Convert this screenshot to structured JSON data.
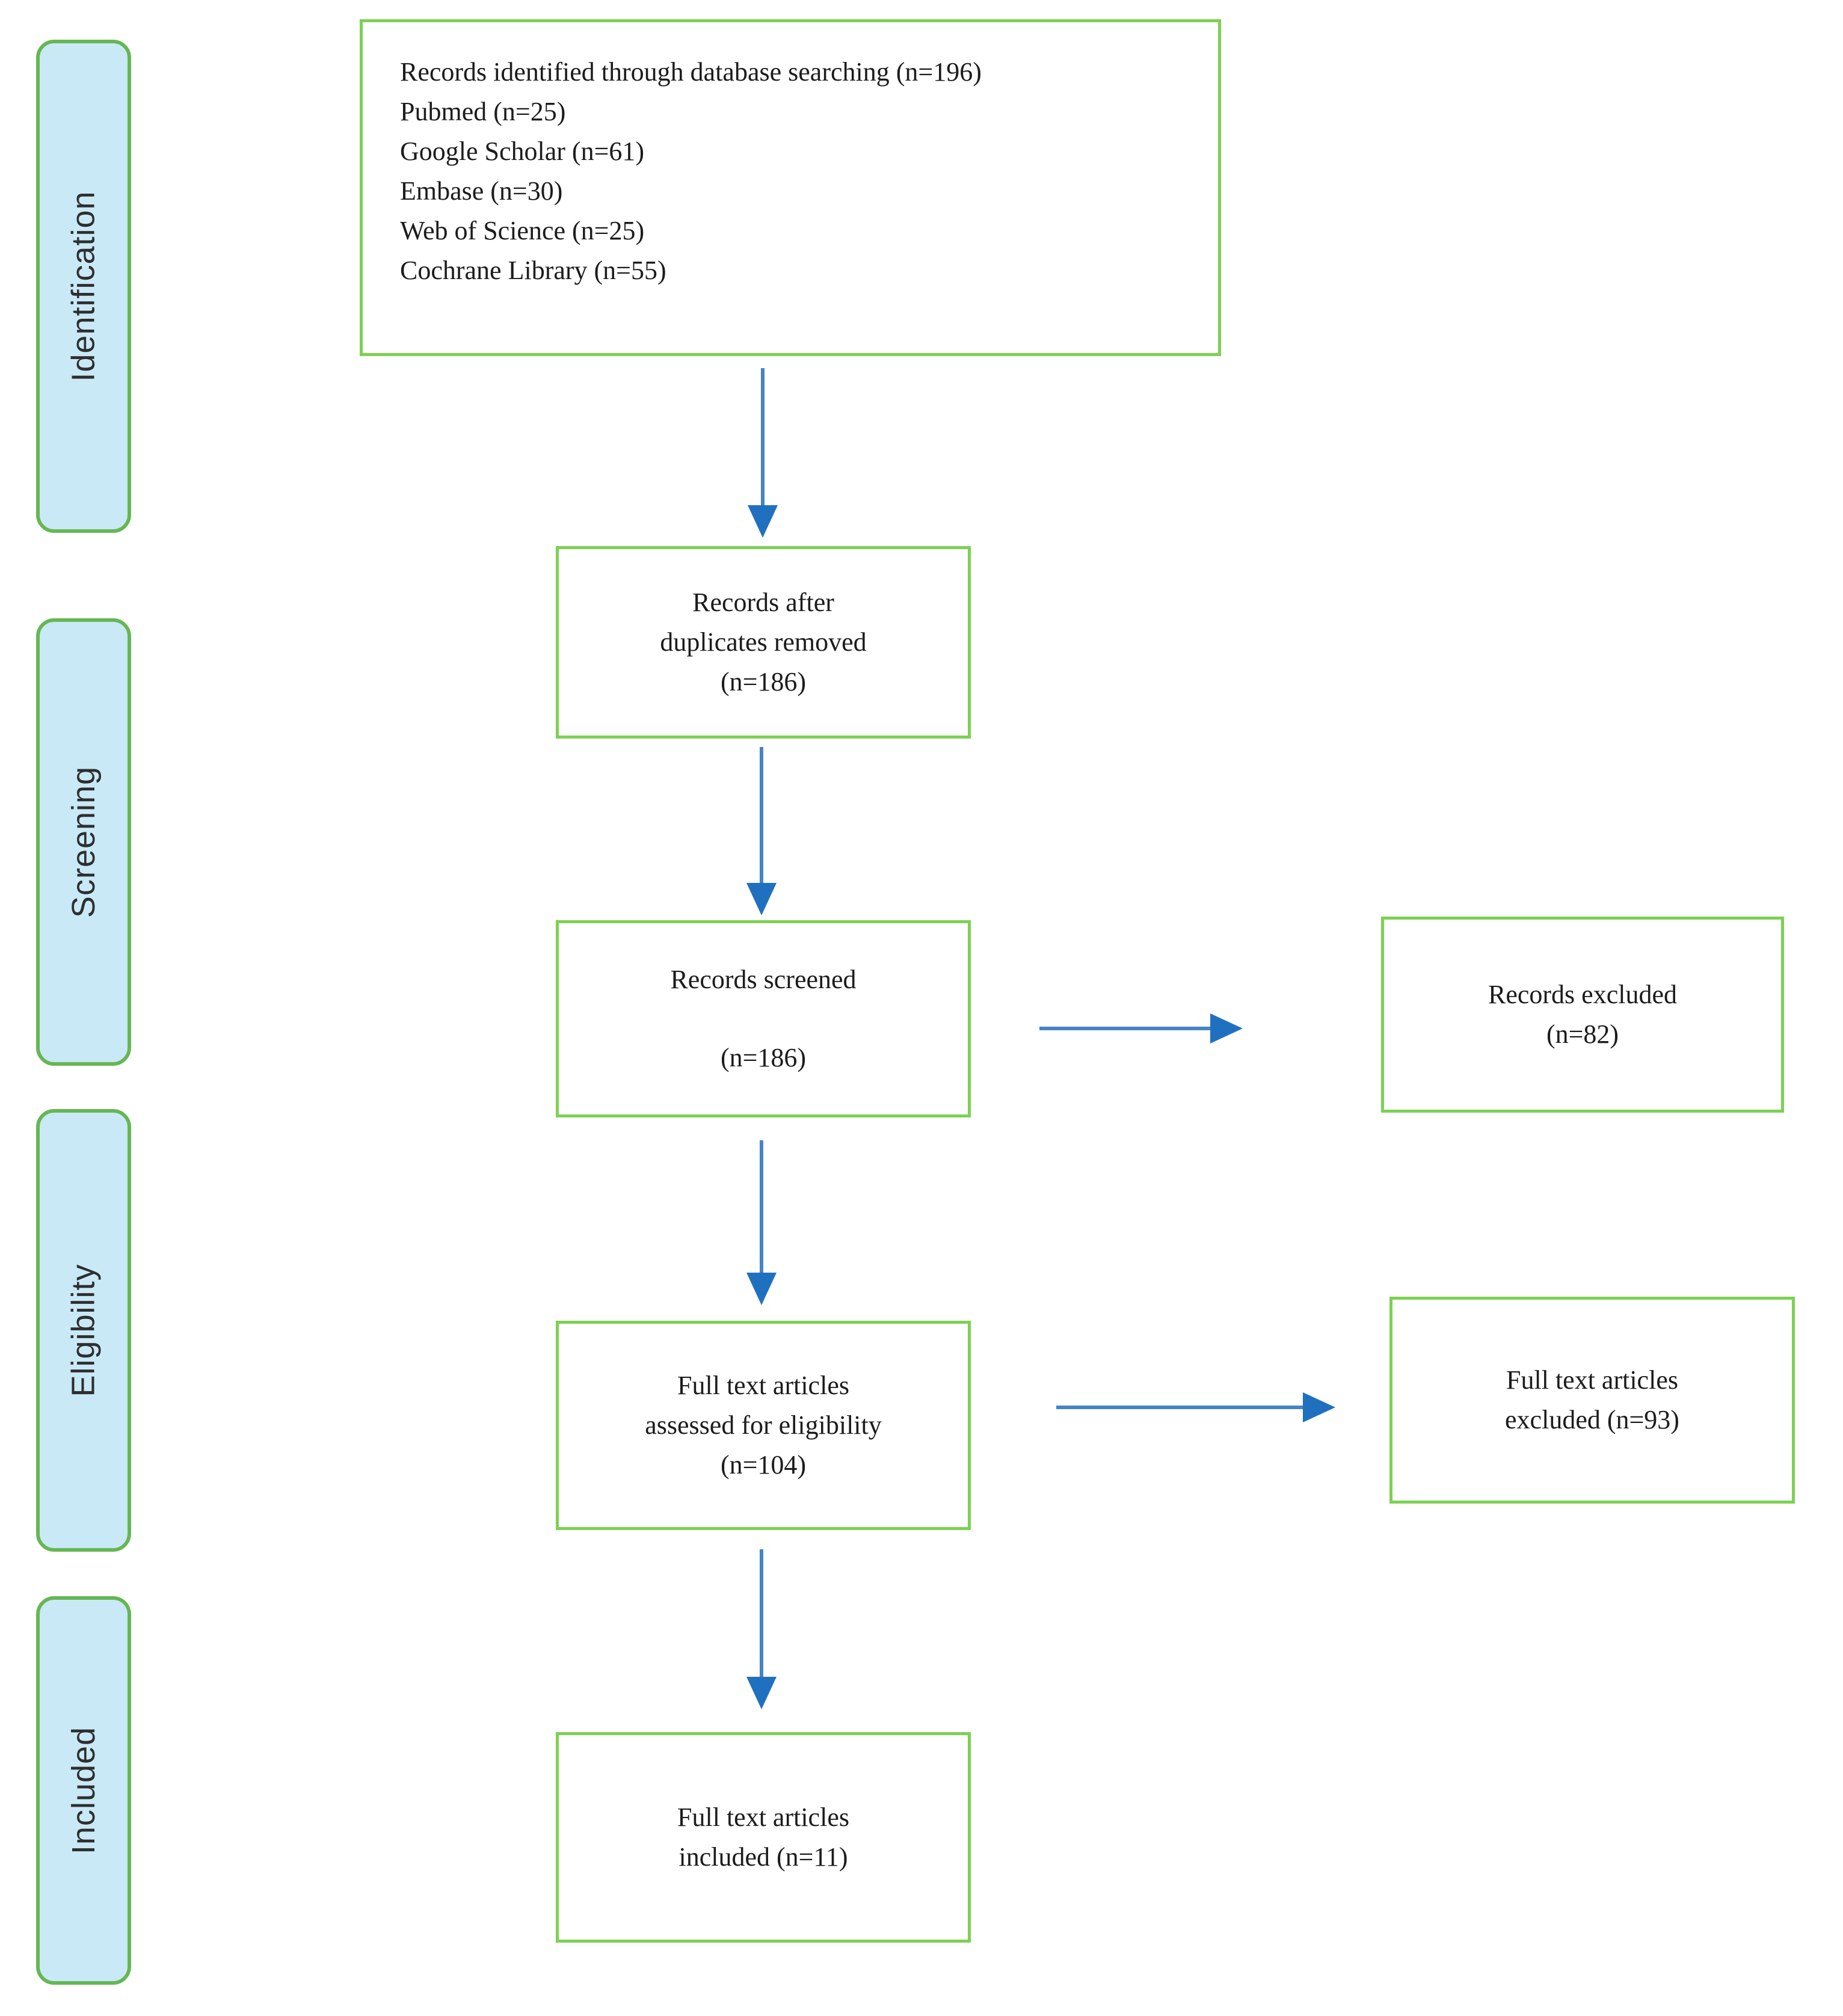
{
  "stages": [
    {
      "label": "Identification"
    },
    {
      "label": "Screening"
    },
    {
      "label": "Eligibility"
    },
    {
      "label": "Included"
    }
  ],
  "boxes": {
    "identified": {
      "lines": [
        "Records identified through database searching (n=196)",
        "Pubmed (n=25)",
        "Google Scholar (n=61)",
        "Embase (n=30)",
        "Web of Science (n=25)",
        "Cochrane Library (n=55)"
      ]
    },
    "after_duplicates": {
      "lines": [
        "Records after",
        "duplicates removed",
        "(n=186)"
      ]
    },
    "screened": {
      "title": "Records screened",
      "count": "(n=186)"
    },
    "records_excluded": {
      "lines": [
        "Records excluded",
        "(n=82)"
      ]
    },
    "assessed": {
      "lines": [
        "Full text articles",
        "assessed for eligibility",
        "(n=104)"
      ]
    },
    "fulltext_excluded": {
      "lines": [
        "Full text articles",
        "excluded (n=93)"
      ]
    },
    "included": {
      "lines": [
        "Full text articles",
        "included (n=11)"
      ]
    }
  },
  "theme": {
    "flow_border": "#7cd152",
    "sidebar_border": "#66b753",
    "sidebar_fill": "#c9e9f7",
    "sidebar_text": "#2e2e2e",
    "stem_color": "#4584c5",
    "head_color": "#2070c0",
    "text_color": "#1c1c1c"
  }
}
